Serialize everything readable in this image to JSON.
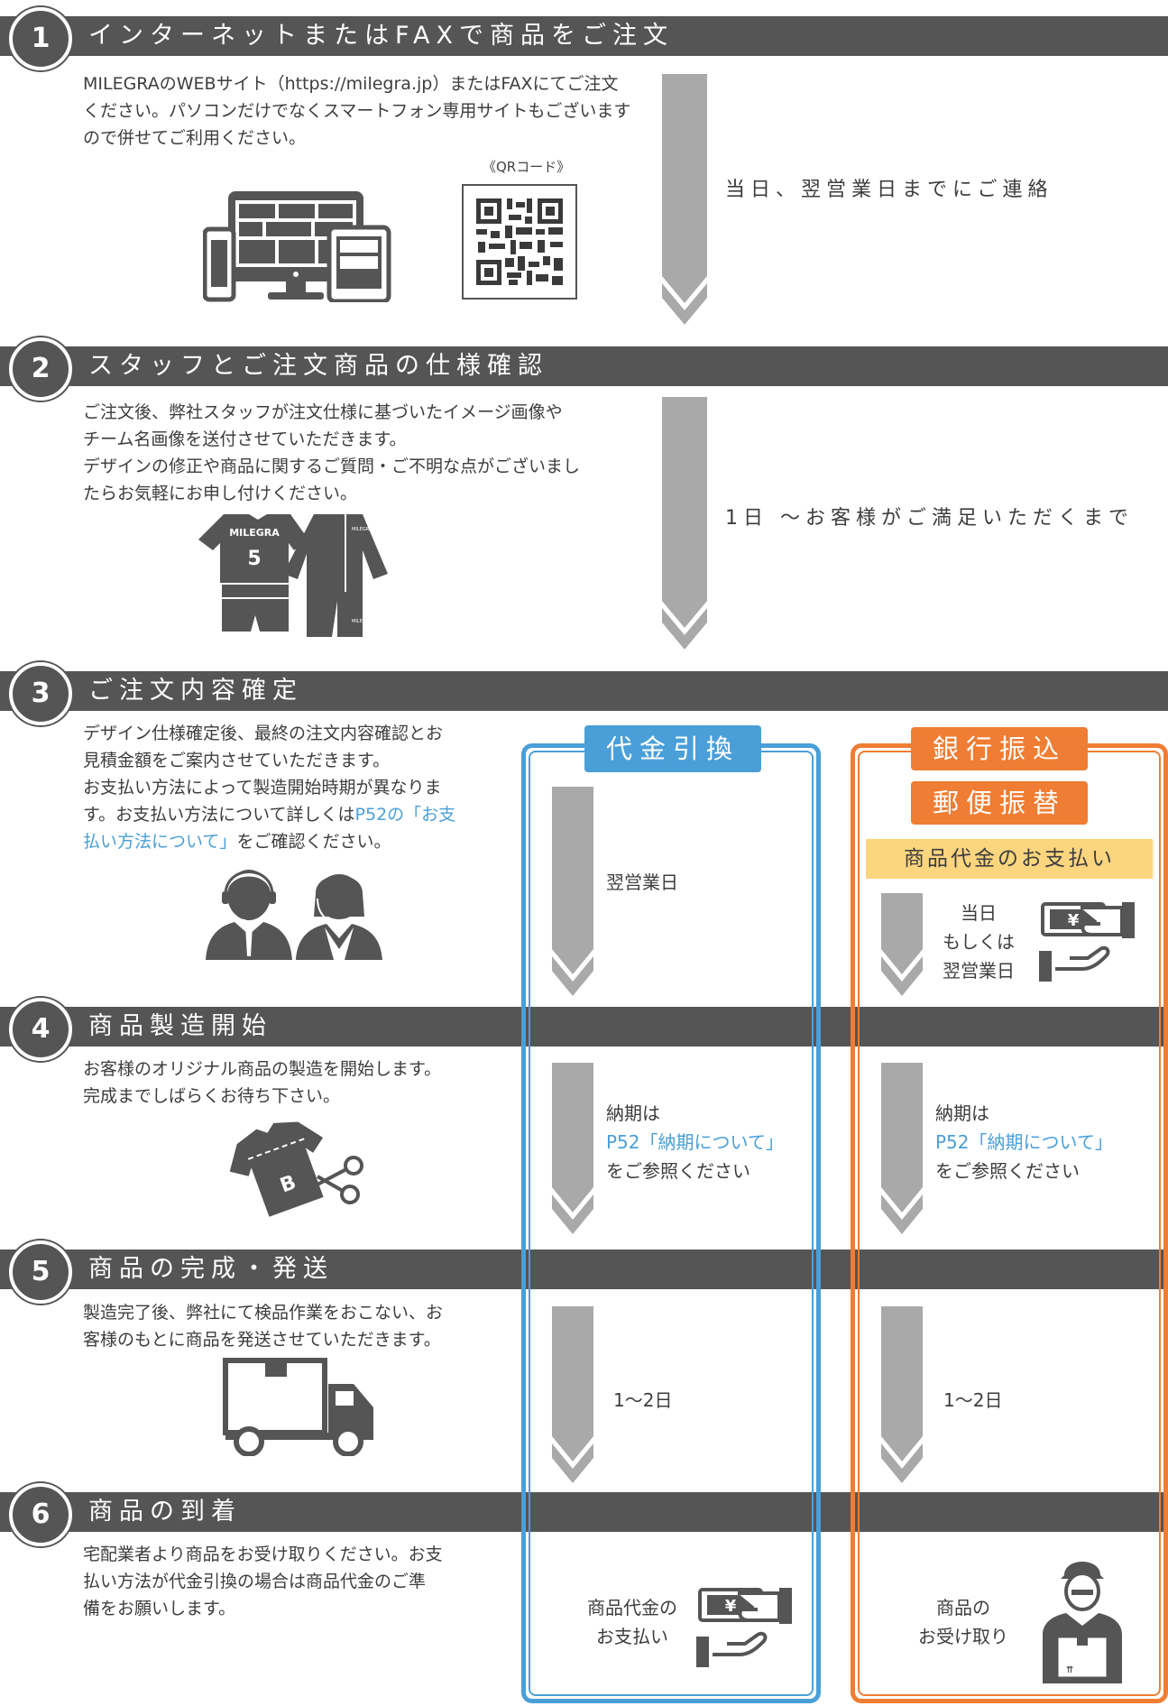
{
  "colors": {
    "band": "#555556",
    "arrow": "#a9a9aa",
    "blue": "#4a9fd9",
    "orange": "#ef7d33",
    "yellow": "#fcd57f"
  },
  "steps": [
    {
      "num": "1",
      "title": "インターネットまたはFAXで商品をご注文"
    },
    {
      "num": "2",
      "title": "スタッフとご注文商品の仕様確認"
    },
    {
      "num": "3",
      "title": "ご注文内容確定"
    },
    {
      "num": "4",
      "title": "商品製造開始"
    },
    {
      "num": "5",
      "title": "商品の完成・発送"
    },
    {
      "num": "6",
      "title": "商品の到着"
    }
  ],
  "step1": {
    "text_lines": [
      "MILEGRAのWEBサイト（https://milegra.jp）またはFAXにてご注文",
      "ください。パソコンだけでなくスマートフォン専用サイトもございます",
      "ので併せてご利用ください。"
    ],
    "qr_label": "《QRコード》",
    "icon": "devices-icon",
    "note": "当日、翌営業日までにご連絡"
  },
  "step2": {
    "text_lines": [
      "ご注文後、弊社スタッフが注文仕様に基づいたイメージ画像や",
      "チーム名画像を送付させていただきます。",
      "デザインの修正や商品に関するご質問・ご不明な点がございまし",
      "たらお気軽にお申し付けください。"
    ],
    "shirt_brand": "MILEGRA",
    "shirt_number": "5",
    "jacket_brand": "MILEGRA",
    "pants_brand": "MILEGRA",
    "note": "1日 〜お客様がご満足いただくまで"
  },
  "step3": {
    "text_lines": [
      "デザイン仕様確定後、最終の注文内容確認とお",
      "見積金額をご案内させていただきます。",
      "お支払い方法によって製造開始時期が異なりま",
      "す。お支払い方法について詳しくは"
    ],
    "link_a": "P52の「お支",
    "link_b": "払い方法について」",
    "text_after": "をご確認ください。",
    "icon": "operators-icon"
  },
  "step4": {
    "text_lines": [
      "お客様のオリジナル商品の製造を開始します。",
      "完成までしばらくお待ち下さい。"
    ],
    "icon": "tailoring-icon",
    "shirt_letter": "B"
  },
  "step5": {
    "text_lines": [
      "製造完了後、弊社にて検品作業をおこない、お",
      "客様のもとに商品を発送させていただきます。"
    ],
    "icon": "truck-icon"
  },
  "step6": {
    "text_lines": [
      "宅配業者より商品をお受け取りください。お支",
      "払い方法が代金引換の場合は商品代金のご準",
      "備をお願いします。"
    ]
  },
  "cod": {
    "label": "代金引換",
    "step3_note": "翌営業日",
    "step4_note_1": "納期は",
    "step4_note_link": "P52「納期について」",
    "step4_note_2": "をご参照ください",
    "step5_note": "1〜2日",
    "final_1": "商品代金の",
    "final_2": "お支払い",
    "money_symbol": "¥"
  },
  "bank": {
    "label_1": "銀行振込",
    "label_2": "郵便振替",
    "payment_banner": "商品代金のお支払い",
    "pay_note_1": "当日",
    "pay_note_2": "もしくは",
    "pay_note_3": "翌営業日",
    "step4_note_1": "納期は",
    "step4_note_link": "P52「納期について」",
    "step4_note_2": "をご参照ください",
    "step5_note": "1〜2日",
    "final_1": "商品の",
    "final_2": "お受け取り",
    "money_symbol": "¥"
  }
}
